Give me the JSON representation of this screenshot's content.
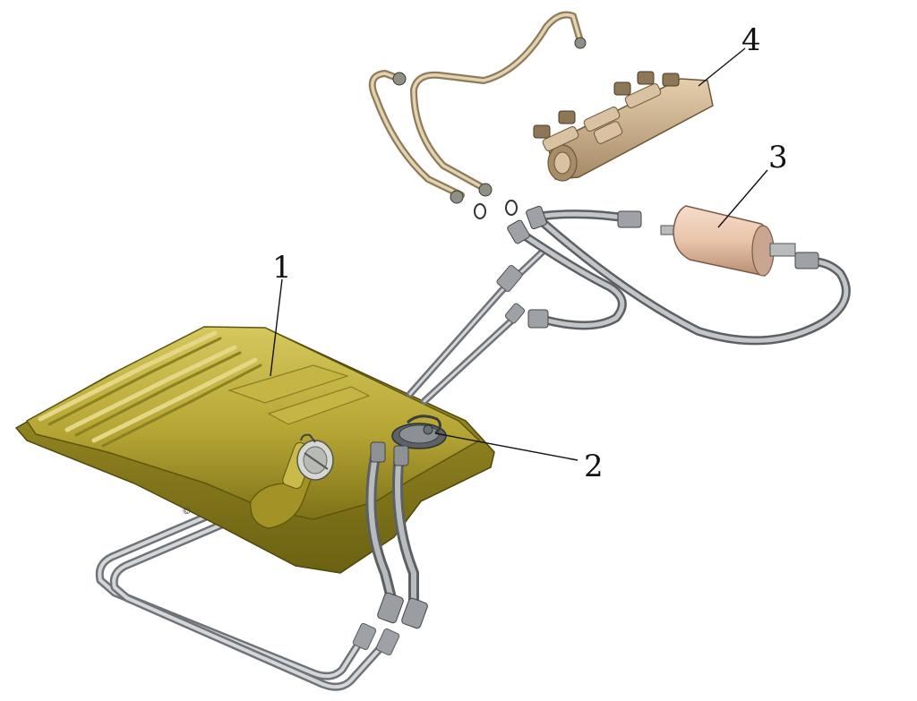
{
  "callouts": [
    {
      "number": "1"
    },
    {
      "number": "2"
    },
    {
      "number": "3"
    },
    {
      "number": "4"
    }
  ],
  "copyright_mark": "©",
  "colors": {
    "tank": "#b5a534",
    "tank_shadow": "#7d7218",
    "tank_highlight": "#d9cc6a",
    "hose": "#8e9296",
    "hose_light": "#d4d7da",
    "brass_tube": "#cdb994",
    "filter": "#e8c4aa",
    "rail": "#c7ab84"
  }
}
